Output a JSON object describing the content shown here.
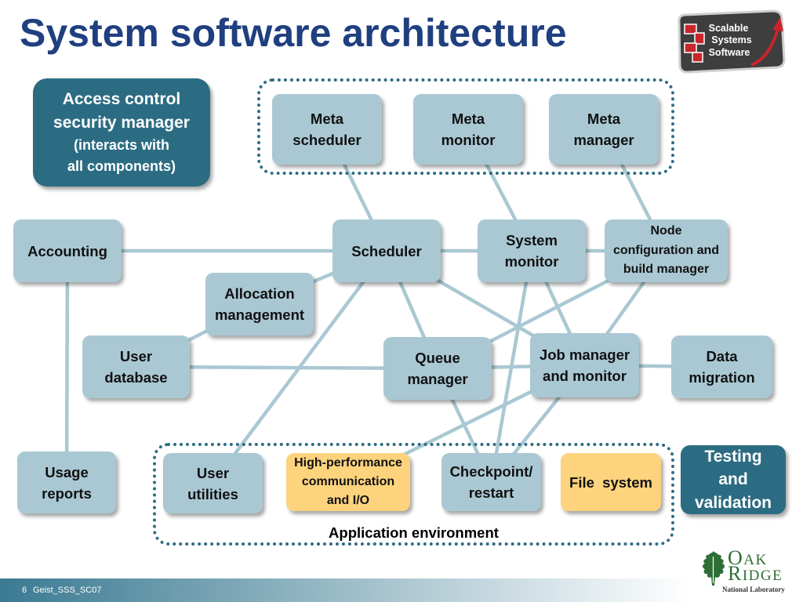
{
  "slide": {
    "title": "System software architecture",
    "page_number": "6",
    "footer_text": "Geist_SSS_SC07"
  },
  "sss_logo": {
    "line1": "Scalable",
    "line2": "Systems",
    "line3": "Software"
  },
  "ornl_logo": {
    "line1": "OAK",
    "line2": "RIDGE",
    "line3": "National Laboratory"
  },
  "colors": {
    "title": "#1f3f7f",
    "edge": "#a9c8d3",
    "group_border": "#2c6c82",
    "footer_band": "#3a7a92"
  },
  "application_environment": {
    "label": "Application environment"
  },
  "nodes": [
    {
      "label": "Access control\nsecurity manager",
      "note": "(interacts with\nall components)",
      "fill": "#2c6c82",
      "text_color": "#ffffff"
    },
    {
      "label": "Meta\nscheduler",
      "fill": "#a9c8d3"
    },
    {
      "label": "Meta\nmonitor",
      "fill": "#a9c8d3"
    },
    {
      "label": "Meta\nmanager",
      "fill": "#a9c8d3"
    },
    {
      "label": "Accounting",
      "fill": "#a9c8d3"
    },
    {
      "label": "Scheduler",
      "fill": "#a9c8d3"
    },
    {
      "label": "System\nmonitor",
      "fill": "#a9c8d3"
    },
    {
      "label": "Node\nconfiguration and\nbuild manager",
      "fill": "#a9c8d3"
    },
    {
      "label": "Allocation\nmanagement",
      "fill": "#a9c8d3"
    },
    {
      "label": "User\ndatabase",
      "fill": "#a9c8d3"
    },
    {
      "label": "Queue\nmanager",
      "fill": "#a9c8d3"
    },
    {
      "label": "Job manager\nand monitor",
      "fill": "#a9c8d3"
    },
    {
      "label": "Data\nmigration",
      "fill": "#a9c8d3"
    },
    {
      "label": "Usage\nreports",
      "fill": "#a9c8d3"
    },
    {
      "label": "User\nutilities",
      "fill": "#a9c8d3"
    },
    {
      "label": "High-performance\ncommunication\nand I/O",
      "fill": "#fdd37e"
    },
    {
      "label": "Checkpoint/\nrestart",
      "fill": "#a9c8d3"
    },
    {
      "label": "File  system",
      "fill": "#fdd37e"
    },
    {
      "label": "Testing\nand\nvalidation",
      "fill": "#2c6c82",
      "text_color": "#ffffff"
    }
  ],
  "edges": [
    [
      1,
      5
    ],
    [
      2,
      6
    ],
    [
      3,
      7
    ],
    [
      4,
      5
    ],
    [
      5,
      6
    ],
    [
      6,
      7
    ],
    [
      8,
      5
    ],
    [
      8,
      9
    ],
    [
      4,
      13
    ],
    [
      9,
      10
    ],
    [
      10,
      11
    ],
    [
      11,
      12
    ],
    [
      5,
      10
    ],
    [
      5,
      11
    ],
    [
      5,
      14
    ],
    [
      6,
      11
    ],
    [
      6,
      16
    ],
    [
      7,
      11
    ],
    [
      7,
      10
    ],
    [
      11,
      16
    ],
    [
      11,
      15
    ],
    [
      10,
      16
    ]
  ]
}
